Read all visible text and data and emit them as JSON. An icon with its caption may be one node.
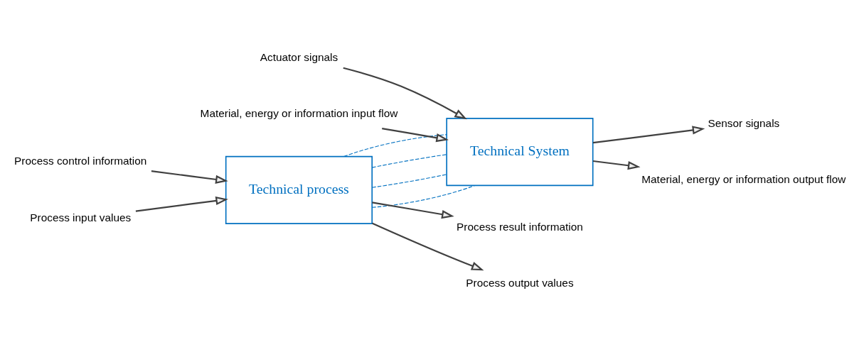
{
  "diagram": {
    "nodes": [
      {
        "text": [
          "Technical System"
        ]
      },
      {
        "text": [
          "Technical process"
        ]
      },
      {
        "text": [
          "Actuator signals"
        ]
      },
      {
        "text": [
          "Sensor signals"
        ]
      },
      {
        "text": [
          "Material, energy or information input flow"
        ]
      },
      {
        "text": [
          "Material, energy or information output flow"
        ]
      },
      {
        "text": [
          "Process control information"
        ]
      },
      {
        "text": [
          "Process result information"
        ]
      },
      {
        "text": [
          "Process input values"
        ]
      },
      {
        "text": [
          "Process output values"
        ]
      }
    ],
    "edges": [
      {
        "from": 2,
        "to": 0,
        "arrow": "to"
      },
      {
        "from": 0,
        "to": 3,
        "arrow": "to"
      },
      {
        "from": 4,
        "to": 0,
        "arrow": "to"
      },
      {
        "from": 0,
        "to": 5,
        "arrow": "to"
      },
      {
        "from": 6,
        "to": 1,
        "arrow": "to"
      },
      {
        "from": 1,
        "to": 7,
        "arrow": "to"
      },
      {
        "from": 8,
        "to": 1,
        "arrow": "to"
      },
      {
        "from": 1,
        "to": 9,
        "arrow": "to"
      },
      {
        "from": 1,
        "to": 0,
        "arrow": "none",
        "style": "dashed",
        "color": "#0070c0"
      },
      {
        "from": 1,
        "to": 0,
        "arrow": "none",
        "style": "dashed",
        "color": "#0070c0"
      },
      {
        "from": 1,
        "to": 0,
        "arrow": "none",
        "style": "dashed",
        "color": "#0070c0"
      },
      {
        "from": 1,
        "to": 0,
        "arrow": "none",
        "style": "dashed",
        "color": "#0070c0"
      }
    ]
  }
}
